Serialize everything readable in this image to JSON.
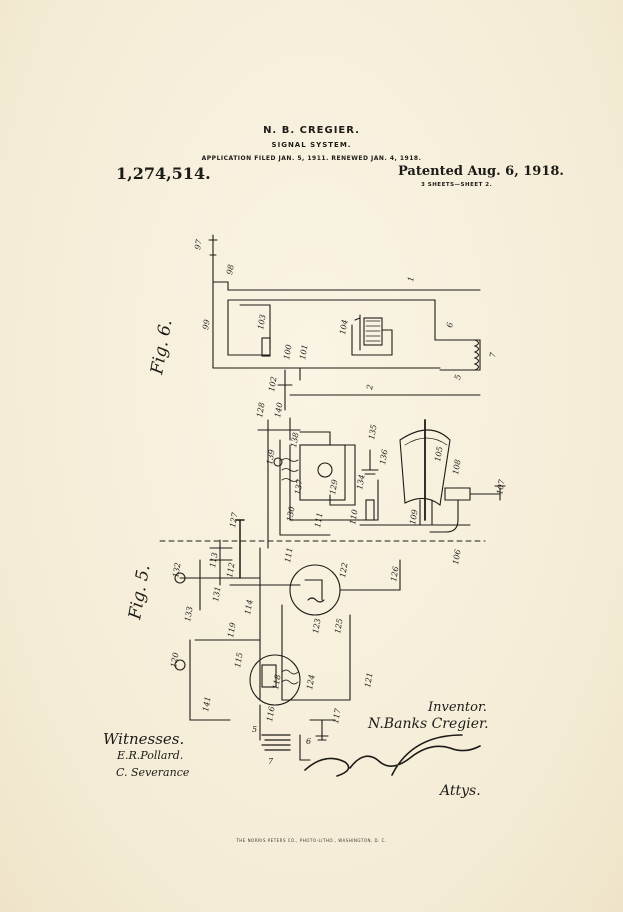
{
  "header": {
    "inventor": "N. B. CREGIER.",
    "title": "SIGNAL SYSTEM.",
    "dates": "APPLICATION FILED JAN. 5, 1911. RENEWED JAN. 4, 1918.",
    "patent_number": "1,274,514.",
    "patent_date": "Patented Aug. 6, 1918.",
    "sheets": "3 SHEETS—SHEET 2."
  },
  "figures": {
    "fig5": "Fig. 5.",
    "fig6": "Fig. 6."
  },
  "labels": {
    "l97": "97",
    "l98": "98",
    "l99": "99",
    "l1": "1",
    "l103": "103",
    "l104": "104",
    "l6": "6",
    "l7": "7",
    "l100": "100",
    "l101": "101",
    "l5": "5",
    "l102": "102",
    "l2": "2",
    "l128": "128",
    "l140": "140",
    "l138": "138",
    "l139": "139",
    "l135": "135",
    "l136": "136",
    "l129": "129",
    "l137": "137",
    "l105": "105",
    "l108": "108",
    "l107": "107",
    "l134": "134",
    "l130": "130",
    "l110": "110",
    "l109": "109",
    "l111a": "111",
    "l127": "127",
    "l106": "106",
    "l113": "113",
    "l112": "112",
    "l111b": "111",
    "l132": "132",
    "l122": "122",
    "l126": "126",
    "l131": "131",
    "l133": "133",
    "l114": "114",
    "l119": "119",
    "l123": "123",
    "l125": "125",
    "l120": "120",
    "l116": "116",
    "l118": "118",
    "l124": "124",
    "l121": "121",
    "l141": "141",
    "l115": "115",
    "l117": "117",
    "l5b": "5",
    "l6b": "6",
    "l7b": "7"
  },
  "signature_block": {
    "inventor_label": "Inventor.",
    "inventor_name": "N.Banks Cregier.",
    "witnesses_label": "Witnesses.",
    "witness_1": "E.R.Pollard.",
    "witness_2": "C. Severance",
    "attorneys_label": "Attys."
  },
  "footer": "THE NORRIS PETERS CO., PHOTO-LITHO., WASHINGTON, D. C."
}
